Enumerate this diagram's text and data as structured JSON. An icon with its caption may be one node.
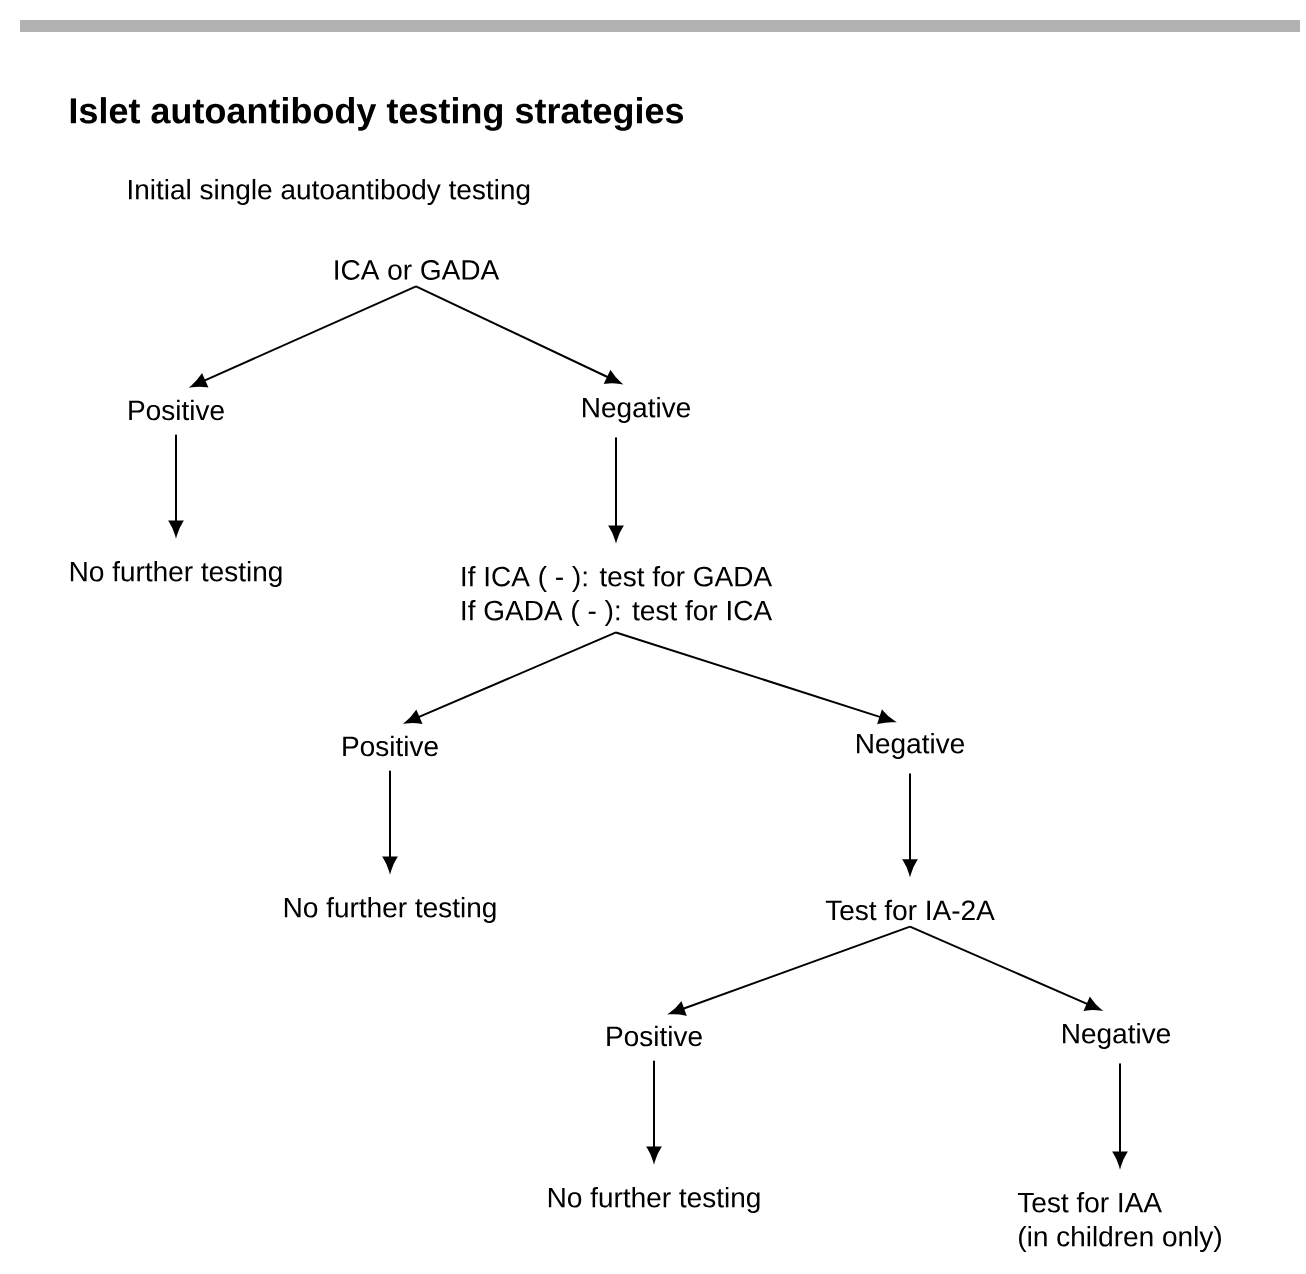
{
  "diagram": {
    "title": "Islet autoantibody testing strategies",
    "nodes": [
      {
        "text": [
          "ICA or GADA"
        ]
      },
      {
        "text": [
          "Positive"
        ]
      },
      {
        "text": [
          "Negative"
        ]
      },
      {
        "text": [
          "No further testing"
        ]
      },
      {
        "text": [
          "If ICA ( - ): test for GADA",
          "If GADA ( - ): test for ICA"
        ]
      },
      {
        "text": [
          "Positive"
        ]
      },
      {
        "text": [
          "Negative"
        ]
      },
      {
        "text": [
          "No further testing"
        ]
      },
      {
        "text": [
          "Test for IA-2A"
        ]
      },
      {
        "text": [
          "Positive"
        ]
      },
      {
        "text": [
          "Negative"
        ]
      },
      {
        "text": [
          "No further testing"
        ]
      },
      {
        "text": [
          "Test for IAA",
          "(in children only)"
        ]
      }
    ],
    "edges": [
      {
        "from": 0,
        "to": 1,
        "arrow": "to"
      },
      {
        "from": 0,
        "to": 2,
        "arrow": "to"
      },
      {
        "from": 1,
        "to": 3,
        "arrow": "to"
      },
      {
        "from": 2,
        "to": 4,
        "arrow": "to"
      },
      {
        "from": 4,
        "to": 5,
        "arrow": "to"
      },
      {
        "from": 4,
        "to": 6,
        "arrow": "to"
      },
      {
        "from": 5,
        "to": 7,
        "arrow": "to"
      },
      {
        "from": 6,
        "to": 8,
        "arrow": "to"
      },
      {
        "from": 8,
        "to": 9,
        "arrow": "to"
      },
      {
        "from": 8,
        "to": 10,
        "arrow": "to"
      },
      {
        "from": 9,
        "to": 11,
        "arrow": "to"
      },
      {
        "from": 10,
        "to": 12,
        "arrow": "to"
      }
    ],
    "labels": [
      "Initial single autoantibody testing"
    ]
  }
}
